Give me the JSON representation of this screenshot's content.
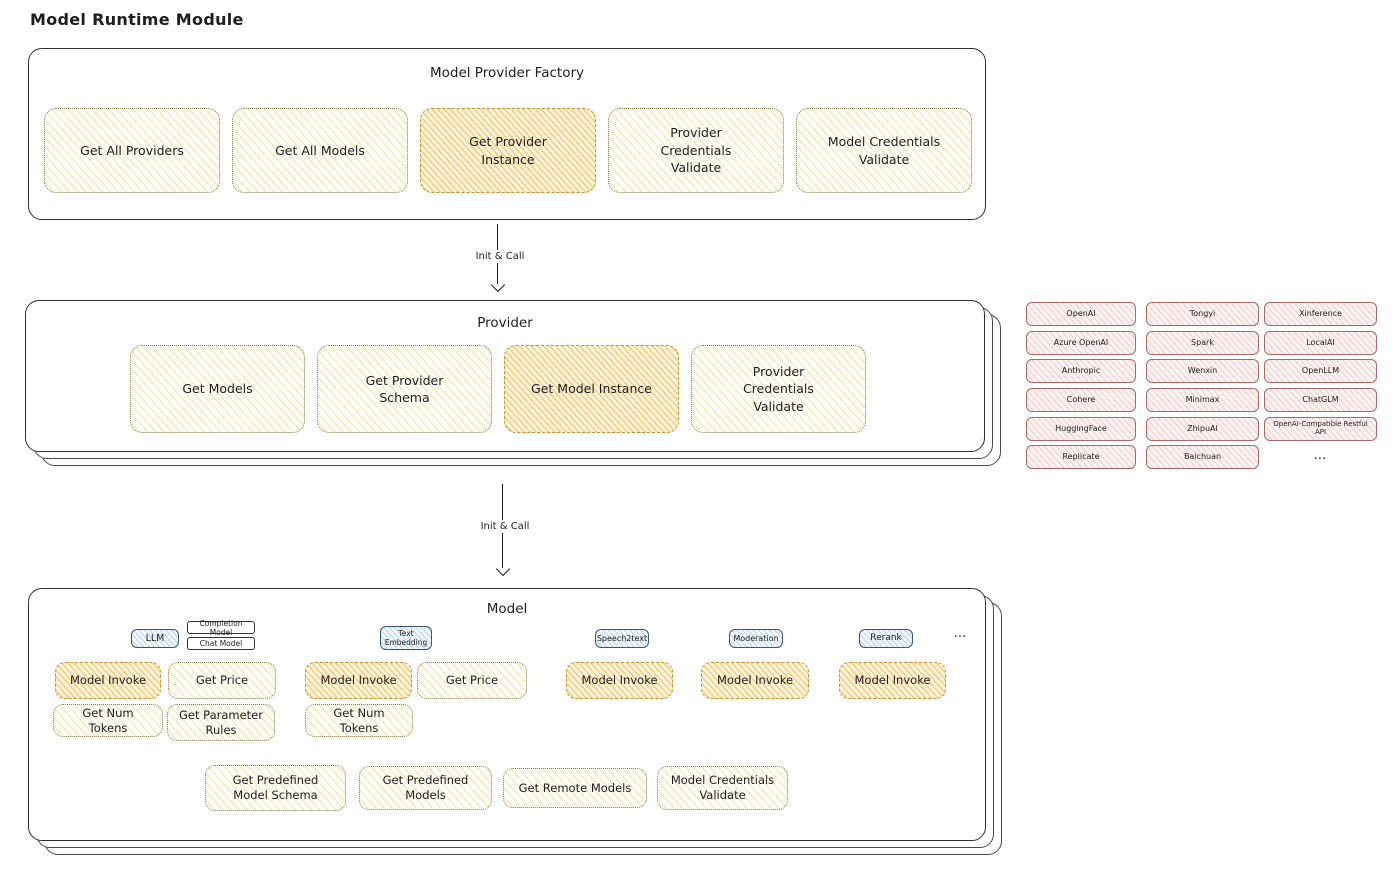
{
  "page_title": "Model Runtime Module",
  "factory": {
    "title": "Model Provider Factory",
    "items": [
      "Get All Providers",
      "Get All Models",
      "Get Provider Instance",
      "Provider Credentials Validate",
      "Model Credentials Validate"
    ]
  },
  "arrow1": {
    "label": "Init & Call"
  },
  "arrow2": {
    "label": "Init & Call"
  },
  "provider": {
    "title": "Provider",
    "items": [
      "Get Models",
      "Get Provider Schema",
      "Get Model Instance",
      "Provider Credentials Validate"
    ]
  },
  "providers": {
    "col1": [
      "OpenAI",
      "Azure OpenAI",
      "Anthropic",
      "Cohere",
      "HuggingFace",
      "Replicate"
    ],
    "col2": [
      "Tongyi",
      "Spark",
      "Wenxin",
      "Minimax",
      "ZhipuAI",
      "Baichuan"
    ],
    "col3": [
      "Xinference",
      "LocalAI",
      "OpenLLM",
      "ChatGLM",
      "OpenAI-Compatible Restful API"
    ],
    "more": "..."
  },
  "model": {
    "title": "Model",
    "tags": {
      "llm": "LLM",
      "completion": "Completion Model",
      "chat": "Chat Model",
      "embedding": "Text Embedding",
      "speech2text": "Speech2text",
      "moderation": "Moderation",
      "rerank": "Rerank",
      "more": "..."
    },
    "ops": {
      "llm": [
        "Model Invoke",
        "Get Price",
        "Get Num Tokens",
        "Get Parameter Rules"
      ],
      "embedding": [
        "Model Invoke",
        "Get Price",
        "Get Num Tokens"
      ],
      "speech2text": [
        "Model Invoke"
      ],
      "moderation": [
        "Model Invoke"
      ],
      "rerank": [
        "Model Invoke"
      ],
      "common": [
        "Get Predefined Model Schema",
        "Get Predefined Models",
        "Get Remote Models",
        "Model Credentials Validate"
      ]
    }
  }
}
